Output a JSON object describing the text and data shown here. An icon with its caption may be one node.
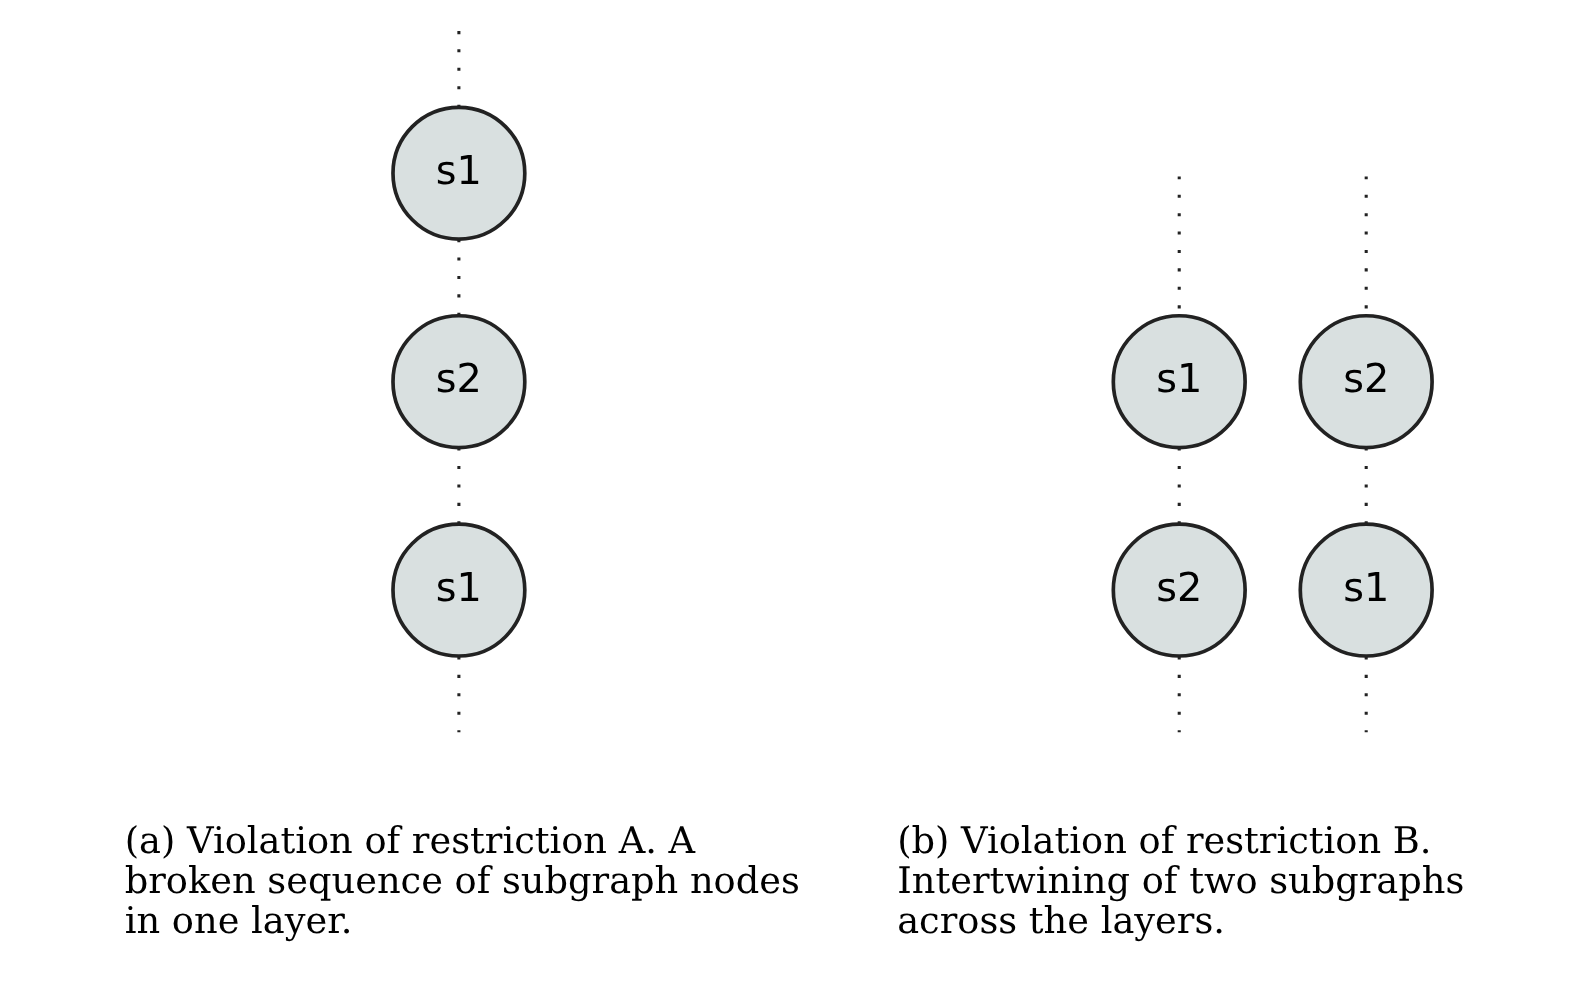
{
  "diagram": {
    "nodes": [
      {
        "text": [
          "s1"
        ]
      },
      {
        "text": [
          "s2"
        ]
      },
      {
        "text": [
          "s1"
        ]
      },
      {
        "text": [
          "s1"
        ]
      },
      {
        "text": [
          "s2"
        ]
      },
      {
        "text": [
          "s2"
        ]
      },
      {
        "text": [
          "s1"
        ]
      }
    ],
    "edges": [
      {
        "from": null,
        "to": 0,
        "arrow": "none",
        "style": "dashed"
      },
      {
        "from": 0,
        "to": 1,
        "arrow": "none",
        "style": "dashed"
      },
      {
        "from": 1,
        "to": 2,
        "arrow": "none",
        "style": "dashed"
      },
      {
        "from": 2,
        "to": null,
        "arrow": "none",
        "style": "dashed"
      },
      {
        "from": null,
        "to": 3,
        "arrow": "none",
        "style": "dashed"
      },
      {
        "from": 3,
        "to": 5,
        "arrow": "none",
        "style": "dashed"
      },
      {
        "from": 5,
        "to": null,
        "arrow": "none",
        "style": "dashed"
      },
      {
        "from": null,
        "to": 4,
        "arrow": "none",
        "style": "dashed"
      },
      {
        "from": 4,
        "to": 6,
        "arrow": "none",
        "style": "dashed"
      },
      {
        "from": 6,
        "to": null,
        "arrow": "none",
        "style": "dashed"
      }
    ],
    "labels": [
      "(a) Violation of restriction A. A broken sequence of subgraph nodes in one layer.",
      "(b) Violation of restriction B. Intertwining of two subgraphs across the layers."
    ]
  }
}
